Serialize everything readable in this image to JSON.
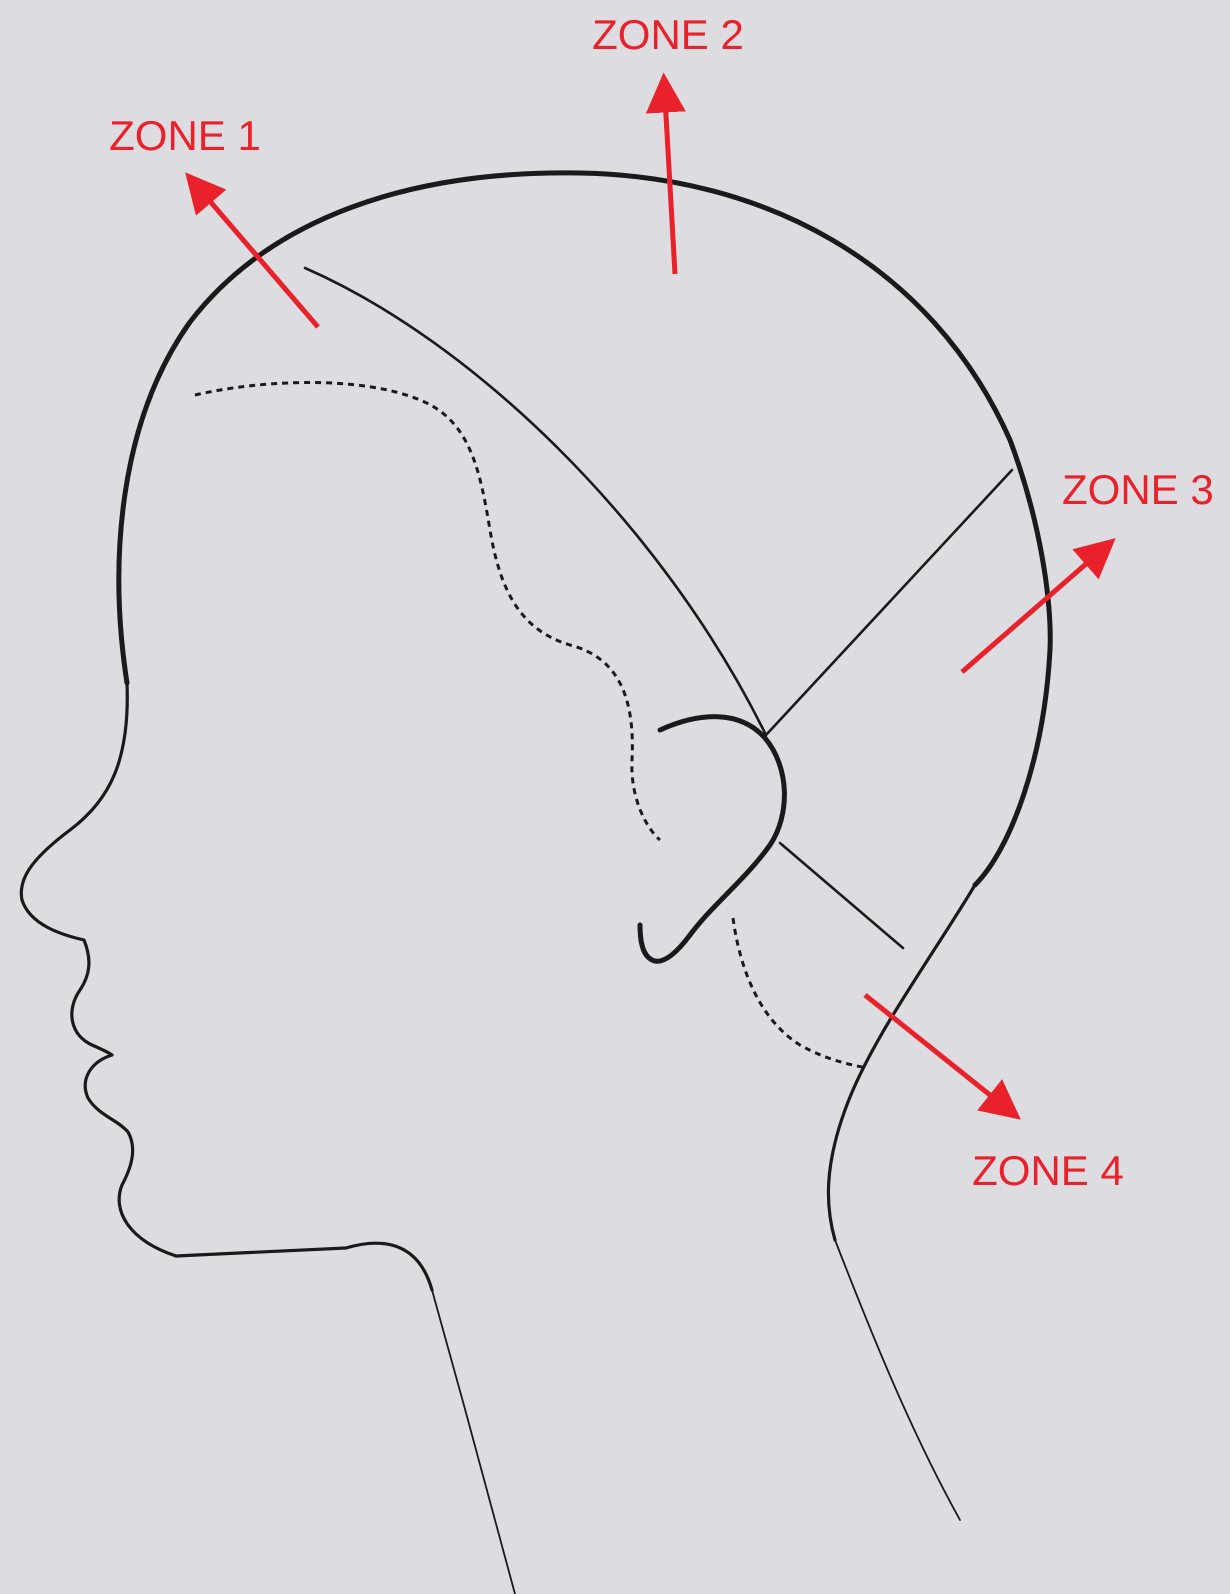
{
  "colors": {
    "background": "#dddce0",
    "outline": "#1a1a1a",
    "accent": "#e8212b"
  },
  "zones": [
    {
      "id": "zone-1",
      "label": "ZONE 1"
    },
    {
      "id": "zone-2",
      "label": "ZONE 2"
    },
    {
      "id": "zone-3",
      "label": "ZONE 3"
    },
    {
      "id": "zone-4",
      "label": "ZONE 4"
    }
  ]
}
